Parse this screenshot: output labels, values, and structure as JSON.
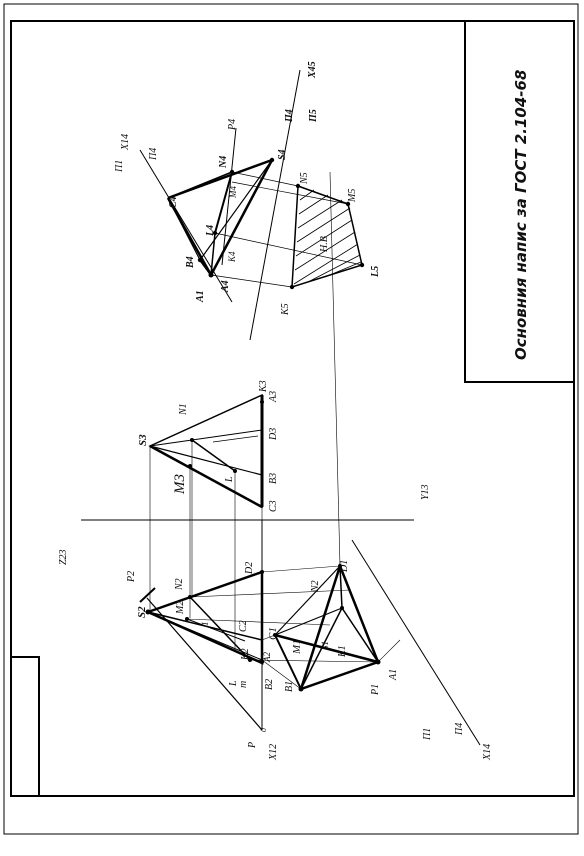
{
  "title_block": {
    "text": "Основния напис за ГОСТ 2.104-68"
  },
  "labels": {
    "S4": "S4",
    "N4": "N4",
    "M4": "M4",
    "L4": "L4",
    "K4": "K4",
    "A4": "A4",
    "B4": "B4",
    "C4": "C4",
    "A1_top": "A1",
    "N5": "N5",
    "M5": "M5",
    "L5": "L5",
    "K5": "K5",
    "HB": "Н.В",
    "P4": "P4",
    "X14_top": "X14",
    "Pi1_top": "П1",
    "Pi4_top": "П4",
    "X45": "X45",
    "Pi4_b": "П4",
    "Pi5": "П5",
    "K3": "K3",
    "A3": "A3",
    "N1_mid": "N1",
    "S3": "S3",
    "D3": "D3",
    "M3": "M3",
    "L3": "L",
    "B3": "B3",
    "C3": "C3",
    "Y13": "Y13",
    "Z23": "Z23",
    "P2": "P2",
    "S2": "S2",
    "N2": "N2",
    "M2": "M2",
    "D2": "D2",
    "D1": "D1",
    "N2b": "N2",
    "C2": "C2",
    "C1": "C1",
    "K2": "K2",
    "A2": "A2",
    "M1": "M1",
    "S1": "S1",
    "K1": "K1",
    "L2": "L",
    "m": "m",
    "B2": "B2",
    "B1": "B1",
    "P1": "P1",
    "A1_bot": "A1",
    "Px": "P",
    "X12": "X12",
    "Pi1_bot": "П1",
    "Pi4_bot": "П4",
    "X14_bot": "X14",
    "one": "1",
    "zero": "0"
  }
}
